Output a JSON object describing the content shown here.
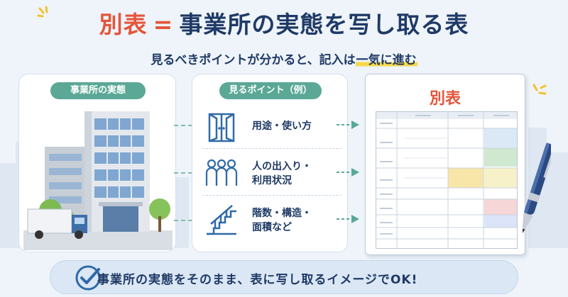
{
  "title": {
    "part1": "別表",
    "equals": "=",
    "part2": "事業所の実態を写し取る表"
  },
  "subtitle": {
    "before": "見るべきポイントが分かると、記入は",
    "highlight": "一気に進む"
  },
  "left_panel": {
    "label": "事業所の実態"
  },
  "middle_panel": {
    "label": "見るポイント（例）",
    "items": [
      {
        "line1": "用途・使い方",
        "line2": "",
        "icon": "door-icon"
      },
      {
        "line1": "人の出入り・",
        "line2": "利用状況",
        "icon": "people-icon"
      },
      {
        "line1": "階数・構造・",
        "line2": "面積など",
        "icon": "stairs-icon"
      }
    ]
  },
  "right_panel": {
    "title": "別表"
  },
  "bottom": {
    "text": "事業所の実態をそのまま、表に写し取るイメージでOK!",
    "icon": "check-circle-icon"
  },
  "colors": {
    "accent_red": "#e4553a",
    "navy": "#1f3a66",
    "teal": "#5aa895",
    "highlight_yellow": "#f7d84a"
  }
}
